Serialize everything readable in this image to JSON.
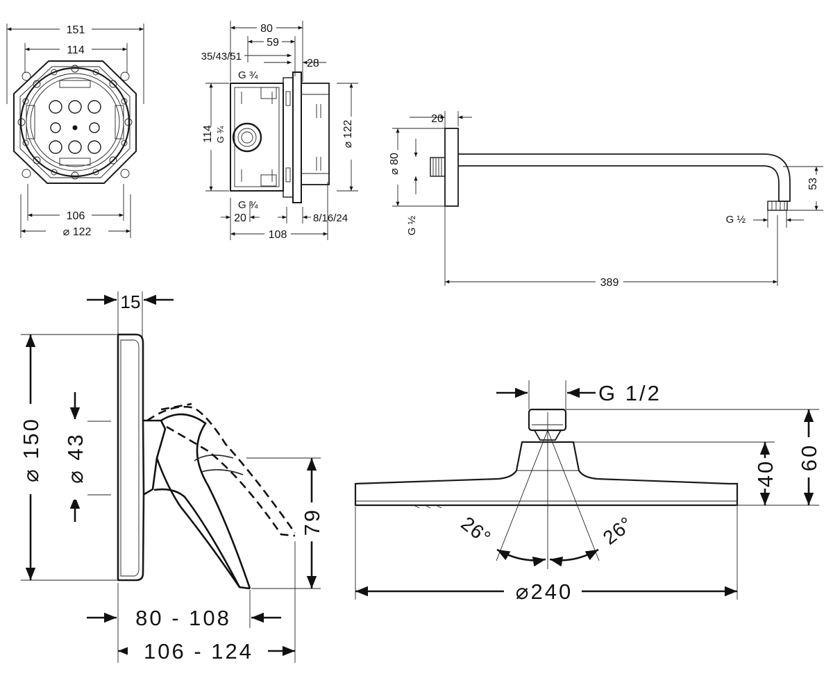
{
  "valve_body_front": {
    "dims": {
      "overall_width": "151",
      "bolt_width": "114",
      "bottom_width": "106",
      "diameter": "⌀ 122"
    }
  },
  "valve_body_side": {
    "dims": {
      "width_80": "80",
      "width_59": "59",
      "depth_options": "35/43/51",
      "thread_top": "G ¾",
      "thread_side": "G ¾",
      "thread_bottom": "G ¾",
      "offset_28": "28",
      "height_114": "114",
      "diameter_122": "⌀ 122",
      "offset_20": "20",
      "plaster_options": "8/16/24",
      "width_108": "108"
    }
  },
  "shower_arm": {
    "dims": {
      "plate_depth": "20",
      "rosette_diameter": "⌀ 80",
      "inlet_thread": "G ½",
      "outlet_thread": "G ½",
      "drop_height": "53",
      "arm_length": "389"
    }
  },
  "mixer_handle": {
    "dims": {
      "plate_thickness": "15",
      "rosette_diameter": "⌀ 150",
      "inner_diameter": "⌀ 43",
      "lever_height": "79",
      "projection_range": "80 - 108",
      "total_range": "106 - 124"
    }
  },
  "overhead_shower": {
    "dims": {
      "thread": "G 1/2",
      "body_height": "40",
      "total_height": "60",
      "tilt_left": "26°",
      "tilt_right": "26°",
      "diameter": "⌀240"
    }
  }
}
